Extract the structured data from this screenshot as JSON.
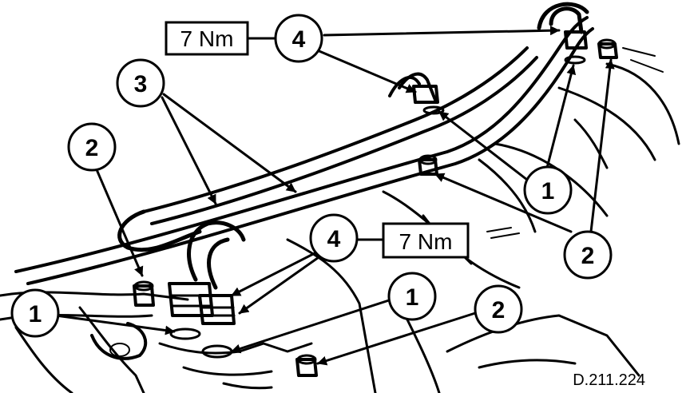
{
  "callouts": [
    "1",
    "2",
    "3",
    "4"
  ],
  "torque_label": "7 Nm",
  "reference_code": "D.211.224",
  "icons": [
    "pipe-union-icon",
    "fuel-pipe-icon",
    "banjo-bolt-icon",
    "blanking-cap-icon",
    "sealing-washer-icon"
  ]
}
